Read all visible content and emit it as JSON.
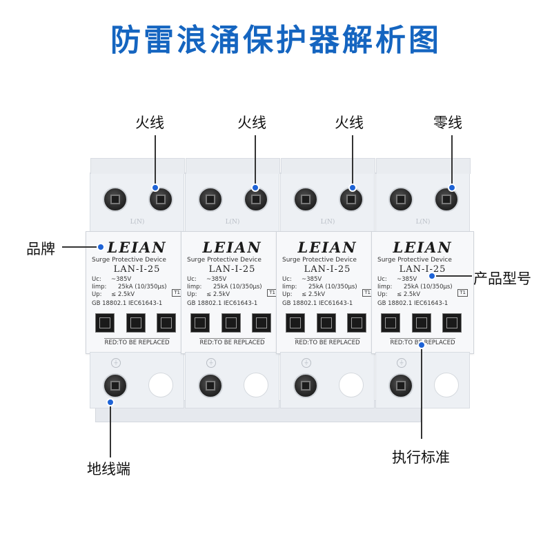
{
  "title": "防雷浪涌保护器解析图",
  "device": {
    "modules": [
      {
        "terminal_label": "L(N)",
        "brand": "LEIAN",
        "subtitle": "Surge Protective Device",
        "model": "LAN-I-25",
        "uc_label": "Uc:",
        "uc_value": "~385V",
        "iimp_label": "Iimp:",
        "iimp_value": "25kA (10/350μs)",
        "up_label": "Up:",
        "up_value": "≤ 2.5kV",
        "class_badge": "T1",
        "standard": "GB 18802.1 IEC61643-1",
        "replace_text": "RED:TO BE REPLACED"
      },
      {
        "terminal_label": "L(N)",
        "brand": "LEIAN",
        "subtitle": "Surge Protective Device",
        "model": "LAN-I-25",
        "uc_label": "Uc:",
        "uc_value": "~385V",
        "iimp_label": "Iimp:",
        "iimp_value": "25kA (10/350μs)",
        "up_label": "Up:",
        "up_value": "≤ 2.5kV",
        "class_badge": "T1",
        "standard": "GB 18802.1 IEC61643-1",
        "replace_text": "RED:TO BE REPLACED"
      },
      {
        "terminal_label": "L(N)",
        "brand": "LEIAN",
        "subtitle": "Surge Protective Device",
        "model": "LAN-I-25",
        "uc_label": "Uc:",
        "uc_value": "~385V",
        "iimp_label": "Iimp:",
        "iimp_value": "25kA (10/350μs)",
        "up_label": "Up:",
        "up_value": "≤ 2.5kV",
        "class_badge": "T1",
        "standard": "GB 18802.1 IEC61643-1",
        "replace_text": "RED:TO BE REPLACED"
      },
      {
        "terminal_label": "L(N)",
        "brand": "LEIAN",
        "subtitle": "Surge Protective Device",
        "model": "LAN-I-25",
        "uc_label": "Uc:",
        "uc_value": "~385V",
        "iimp_label": "Iimp:",
        "iimp_value": "25kA (10/350μs)",
        "up_label": "Up:",
        "up_value": "≤ 2.5kV",
        "class_badge": "T1",
        "standard": "GB 18802.1 IEC61643-1",
        "replace_text": "RED:TO BE REPLACED"
      }
    ]
  },
  "annotations": {
    "live1": "火线",
    "live2": "火线",
    "live3": "火线",
    "neutral": "零线",
    "brand": "品牌",
    "model": "产品型号",
    "ground": "地线端",
    "standard": "执行标准"
  },
  "colors": {
    "title": "#1565c0",
    "marker": "#1e63d6"
  }
}
